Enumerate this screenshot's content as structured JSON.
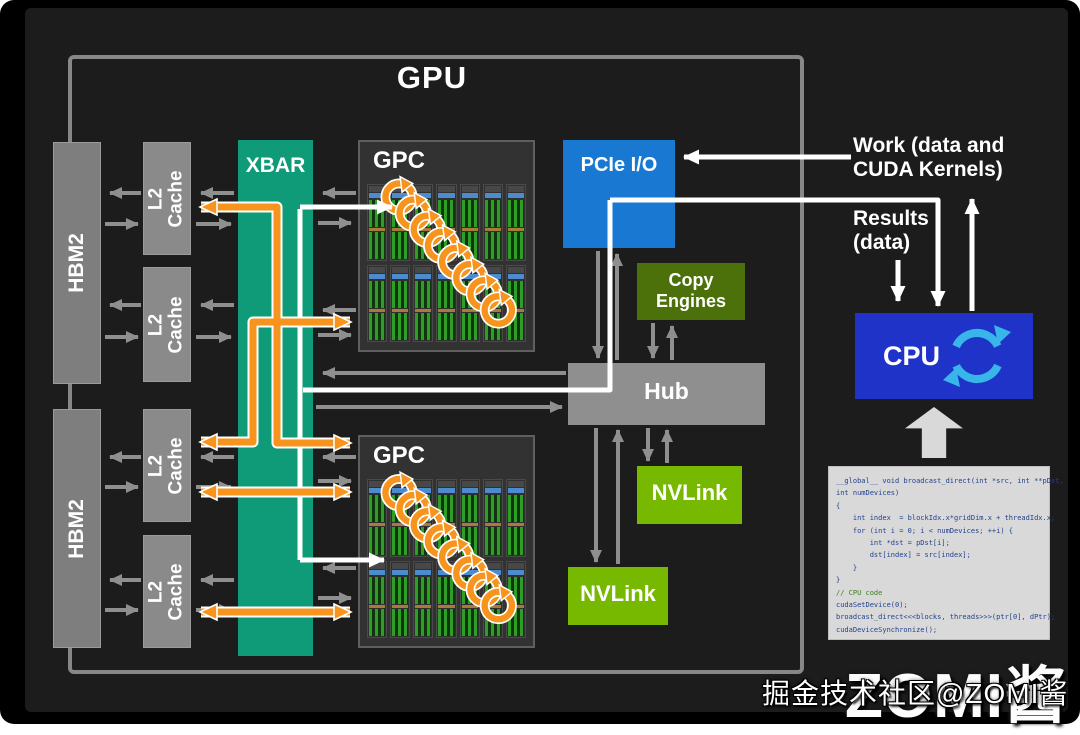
{
  "gpu": {
    "label": "GPU"
  },
  "memory": {
    "hbm_label": "HBM2",
    "l2_line1": "L2",
    "l2_line2": "Cache"
  },
  "xbar": {
    "label": "XBAR"
  },
  "gpc": {
    "label": "GPC",
    "columns": 7,
    "sms_per_column": 2
  },
  "pcie": {
    "label": "PCIe I/O"
  },
  "copy_engines": {
    "line1": "Copy",
    "line2": "Engines"
  },
  "hub": {
    "label": "Hub"
  },
  "nvlink": {
    "label": "NVLink"
  },
  "cpu": {
    "label": "CPU",
    "icon": "cycle-arrows-icon"
  },
  "annotations": {
    "work_line1": "Work (data and",
    "work_line2": "CUDA Kernels)",
    "results_line1": "Results",
    "results_line2": "(data)"
  },
  "code": {
    "lines": [
      "__global__ void broadcast_direct(int *src, int **pDst,",
      "int numDevices)",
      "{",
      "    int index  = blockIdx.x*gridDim.x + threadIdx.x;",
      "    for (int i = 0; i < numDevices; ++i) {",
      "        int *dst = pDst[i];",
      "        dst[index] = src[index];",
      "    }",
      "}",
      "// CPU code",
      "cudaSetDevice(0);",
      "broadcast_direct<<<blocks, threads>>>(ptr[0], dPtr);",
      "cudaDeviceSynchronize();"
    ]
  },
  "watermark": {
    "community": "掘金技术社区@ZOMI酱",
    "big": "ZOMI酱"
  },
  "colors": {
    "xbar_teal": "#0f9b77",
    "pcie_blue": "#1878d2",
    "nvidia_green": "#76b900",
    "copy_green": "#4c700a",
    "cpu_blue": "#2033c9",
    "arrow_gray": "#8f8f8f",
    "arrow_orange": "#f7941e",
    "arrow_white": "#ffffff",
    "sync_icon_blue": "#38b6ea"
  }
}
